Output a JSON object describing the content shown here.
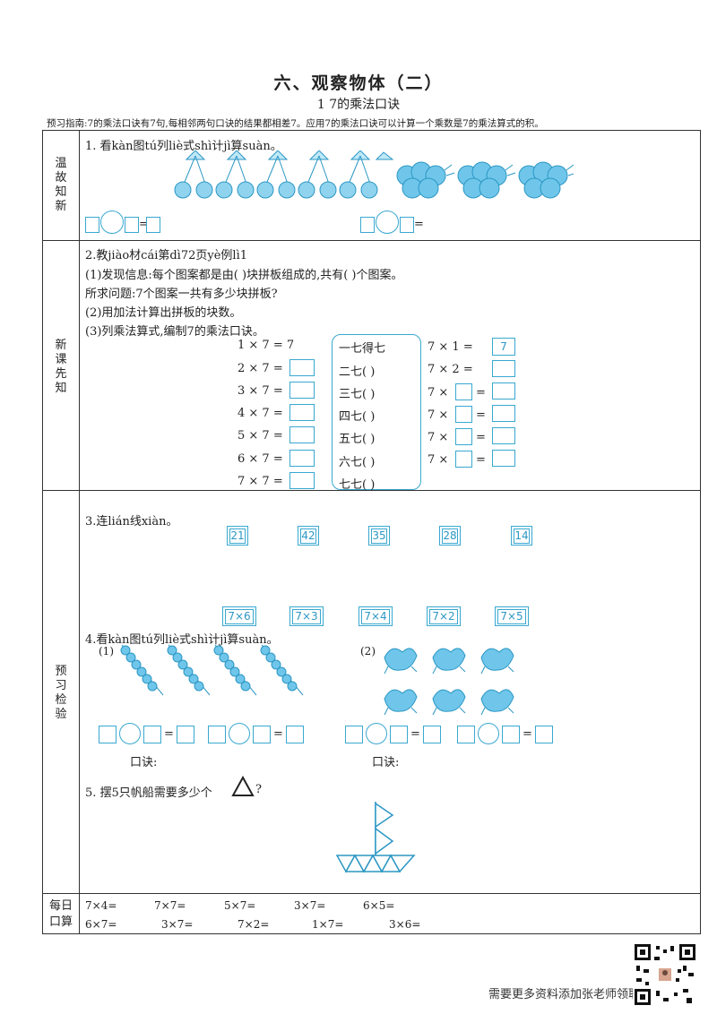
{
  "header": {
    "title": "六、观察物体（二）",
    "subtitle": "1  7的乘法口诀",
    "guide": "预习指南:7的乘法口诀有7句,每相邻两句口诀的结果都相差7。应用7的乘法口诀可以计算一个乘数是7的乘法算式的积。"
  },
  "sections": {
    "review": "温故知新",
    "new": "新课先知",
    "preview": "预习检验",
    "daily": "每日口算"
  },
  "q1": {
    "text": "1. 看kàn图tú列liè式shì计jì算suàn。",
    "eq_sign": "="
  },
  "q2": {
    "text": "2.教jiào材cái第dì72页yè例lì1",
    "line1": "(1)发现信息:每个图案都是由(      )块拼板组成的,共有(      )个图案。",
    "line2": "所求问题:7个图案一共有多少块拼板?",
    "line3": "(2)用加法计算出拼板的块数。",
    "line4": "(3)列乘法算式,编制7的乘法口诀。",
    "left_eqs": [
      "1 × 7 = 7",
      "2 × 7 =",
      "3 × 7 =",
      "4 × 7 =",
      "5 × 7 =",
      "6 × 7 =",
      "7 × 7 ="
    ],
    "rhymes": [
      "一七得七",
      "二七(      )",
      "三七(      )",
      "四七(      )",
      "五七(      )",
      "六七(      )",
      "七七(      )"
    ],
    "right_eqs": [
      {
        "prefix": "7 × 1 =",
        "answer": "7"
      },
      {
        "prefix": "7 × 2 =",
        "answer": ""
      },
      {
        "prefix": "7 ×",
        "answer": ""
      },
      {
        "prefix": "7 ×",
        "answer": ""
      },
      {
        "prefix": "7 ×",
        "answer": ""
      },
      {
        "prefix": "7 ×",
        "answer": ""
      }
    ],
    "eq_sign": "="
  },
  "q3": {
    "text": "3.连lián线xiàn。",
    "top": [
      "21",
      "42",
      "35",
      "28",
      "14"
    ],
    "bottom": [
      "7×6",
      "7×3",
      "7×4",
      "7×2",
      "7×5"
    ]
  },
  "q4": {
    "text": "4.看kàn图tú列liè式shì计jì算suàn。",
    "label1": "(1)",
    "label2": "(2)",
    "rhyme_label": "口诀:",
    "eq_sign": "="
  },
  "q5": {
    "text": "5.  摆5只帆船需要多少个",
    "suffix": "?"
  },
  "daily": {
    "row1": [
      "7×4=",
      "7×7=",
      "5×7=",
      "3×7=",
      "6×5="
    ],
    "row2": [
      "6×7=",
      "3×7=",
      "7×2=",
      "1×7=",
      "3×6="
    ]
  },
  "footer": {
    "text": "需要更多资料添加张老师领取"
  },
  "colors": {
    "accent": "#39a8d0",
    "fill": "#8fd3ee"
  }
}
